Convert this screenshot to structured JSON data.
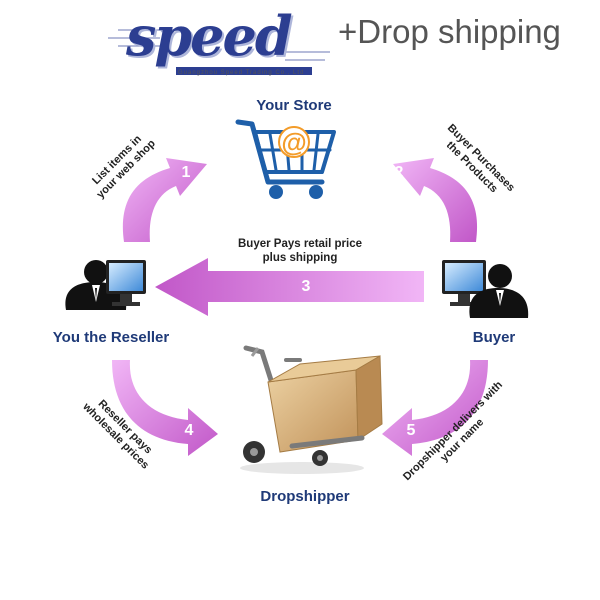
{
  "logo": {
    "brand": "speed",
    "subtitle": "Guangzhou Speed Trading Co., Ltd",
    "tagline": "+Drop shipping"
  },
  "nodes": {
    "store": "Your Store",
    "reseller": "You the Reseller",
    "buyer": "Buyer",
    "dropshipper": "Dropshipper"
  },
  "steps": [
    {
      "number": "1",
      "caption_line1": "List items in",
      "caption_line2": "your web shop"
    },
    {
      "number": "2",
      "caption_line1": "Buyer Purchases",
      "caption_line2": "the Products"
    },
    {
      "number": "3",
      "caption_line1": "Buyer Pays retail price",
      "caption_line2": "plus shipping"
    },
    {
      "number": "4",
      "caption_line1": "Reseller pays",
      "caption_line2": "wholesale prices"
    },
    {
      "number": "5",
      "caption_line1": "Dropshipper delivers with",
      "caption_line2": "your name"
    }
  ],
  "colors": {
    "arrow_light": "#f1b6f6",
    "arrow_dark": "#c157c8",
    "cart_blue": "#1e5fa9",
    "label_blue": "#1f3a78",
    "brand_blue": "#2c3e91",
    "at_orange": "#f39c2a",
    "box_tan": "#d7b07c"
  },
  "icons": [
    "speed-logo",
    "shopping-cart-icon",
    "at-sign-icon",
    "businessman-computer-icon",
    "hand-truck-box-icon",
    "curved-arrow-icon",
    "left-arrow-icon"
  ]
}
